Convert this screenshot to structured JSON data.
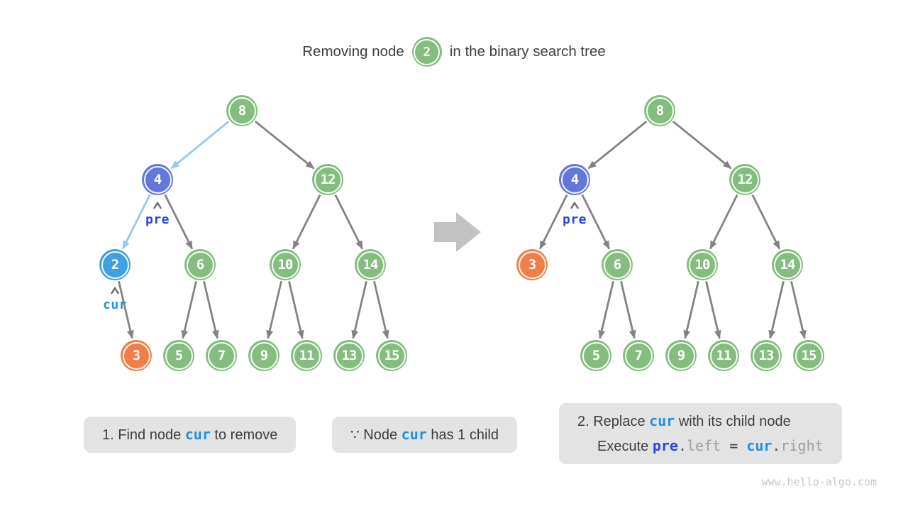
{
  "title": {
    "prefix": "Removing node",
    "node_value": "2",
    "suffix": "in the binary search tree"
  },
  "watermark": "www.hello-algo.com",
  "colors": {
    "node_green": "#85bc7f",
    "node_azure": "#3fa1e2",
    "node_indigo": "#6376dc",
    "node_orange": "#ef7e49",
    "node_text": "#ffffff",
    "edge_gray": "#828282",
    "edge_blue": "#90c8f6",
    "label_indigo": "#2b45dd",
    "label_azure": "#1f8fe8",
    "caret_gray": "#6a6a6a",
    "caption_bg": "#e3e3e3",
    "text_dark": "#3e3e3e",
    "code_gray": "#9e9e9e",
    "big_arrow": "#c2c2c2",
    "watermark_gray": "#c8c8c8"
  },
  "trees": {
    "left": {
      "nodes": [
        {
          "id": "8",
          "value": "8",
          "color": "green"
        },
        {
          "id": "4",
          "value": "4",
          "color": "indigo"
        },
        {
          "id": "12",
          "value": "12",
          "color": "green"
        },
        {
          "id": "2",
          "value": "2",
          "color": "azure"
        },
        {
          "id": "6",
          "value": "6",
          "color": "green"
        },
        {
          "id": "10",
          "value": "10",
          "color": "green"
        },
        {
          "id": "14",
          "value": "14",
          "color": "green"
        },
        {
          "id": "3",
          "value": "3",
          "color": "orange"
        },
        {
          "id": "5",
          "value": "5",
          "color": "green"
        },
        {
          "id": "7",
          "value": "7",
          "color": "green"
        },
        {
          "id": "9",
          "value": "9",
          "color": "green"
        },
        {
          "id": "11",
          "value": "11",
          "color": "green"
        },
        {
          "id": "13",
          "value": "13",
          "color": "green"
        },
        {
          "id": "15",
          "value": "15",
          "color": "green"
        }
      ],
      "edges": [
        {
          "from": "8",
          "to": "4",
          "blue": true
        },
        {
          "from": "8",
          "to": "12"
        },
        {
          "from": "4",
          "to": "2",
          "blue": true
        },
        {
          "from": "4",
          "to": "6"
        },
        {
          "from": "2",
          "to": "3"
        },
        {
          "from": "6",
          "to": "5"
        },
        {
          "from": "6",
          "to": "7"
        },
        {
          "from": "12",
          "to": "10"
        },
        {
          "from": "12",
          "to": "14"
        },
        {
          "from": "10",
          "to": "9"
        },
        {
          "from": "10",
          "to": "11"
        },
        {
          "from": "14",
          "to": "13"
        },
        {
          "from": "14",
          "to": "15"
        }
      ],
      "labels": [
        {
          "text": "pre",
          "node": "4",
          "color": "indigo"
        },
        {
          "text": "cur",
          "node": "2",
          "color": "azure"
        }
      ]
    },
    "right": {
      "nodes": [
        {
          "id": "8",
          "value": "8",
          "color": "green"
        },
        {
          "id": "4",
          "value": "4",
          "color": "indigo"
        },
        {
          "id": "12",
          "value": "12",
          "color": "green"
        },
        {
          "id": "3",
          "value": "3",
          "color": "orange"
        },
        {
          "id": "6",
          "value": "6",
          "color": "green"
        },
        {
          "id": "10",
          "value": "10",
          "color": "green"
        },
        {
          "id": "14",
          "value": "14",
          "color": "green"
        },
        {
          "id": "5",
          "value": "5",
          "color": "green"
        },
        {
          "id": "7",
          "value": "7",
          "color": "green"
        },
        {
          "id": "9",
          "value": "9",
          "color": "green"
        },
        {
          "id": "11",
          "value": "11",
          "color": "green"
        },
        {
          "id": "13",
          "value": "13",
          "color": "green"
        },
        {
          "id": "15",
          "value": "15",
          "color": "green"
        }
      ],
      "edges": [
        {
          "from": "8",
          "to": "4"
        },
        {
          "from": "8",
          "to": "12"
        },
        {
          "from": "4",
          "to": "3"
        },
        {
          "from": "4",
          "to": "6"
        },
        {
          "from": "6",
          "to": "5"
        },
        {
          "from": "6",
          "to": "7"
        },
        {
          "from": "12",
          "to": "10"
        },
        {
          "from": "12",
          "to": "14"
        },
        {
          "from": "10",
          "to": "9"
        },
        {
          "from": "10",
          "to": "11"
        },
        {
          "from": "14",
          "to": "13"
        },
        {
          "from": "14",
          "to": "15"
        }
      ],
      "labels": [
        {
          "text": "pre",
          "node": "4",
          "color": "indigo"
        }
      ]
    }
  },
  "captions": [
    {
      "lines": [
        [
          {
            "t": "1. Find node ",
            "s": "plain"
          },
          {
            "t": "cur",
            "s": "azure"
          },
          {
            "t": " to remove",
            "s": "plain"
          }
        ]
      ]
    },
    {
      "lines": [
        [
          {
            "t": "∵ Node ",
            "s": "plain"
          },
          {
            "t": "cur",
            "s": "azure"
          },
          {
            "t": " has 1 child",
            "s": "plain"
          }
        ]
      ]
    },
    {
      "lines": [
        [
          {
            "t": "2. Replace ",
            "s": "plain"
          },
          {
            "t": "cur",
            "s": "azure"
          },
          {
            "t": " with its child node",
            "s": "plain"
          }
        ],
        [
          {
            "t": "Execute ",
            "s": "plain"
          },
          {
            "t": "pre",
            "s": "indigo"
          },
          {
            "t": ".",
            "s": "dark-mono"
          },
          {
            "t": "left",
            "s": "gray-mono"
          },
          {
            "t": " = ",
            "s": "dark-mono"
          },
          {
            "t": "cur",
            "s": "azure"
          },
          {
            "t": ".",
            "s": "dark-mono"
          },
          {
            "t": "right",
            "s": "gray-mono"
          }
        ]
      ]
    }
  ]
}
